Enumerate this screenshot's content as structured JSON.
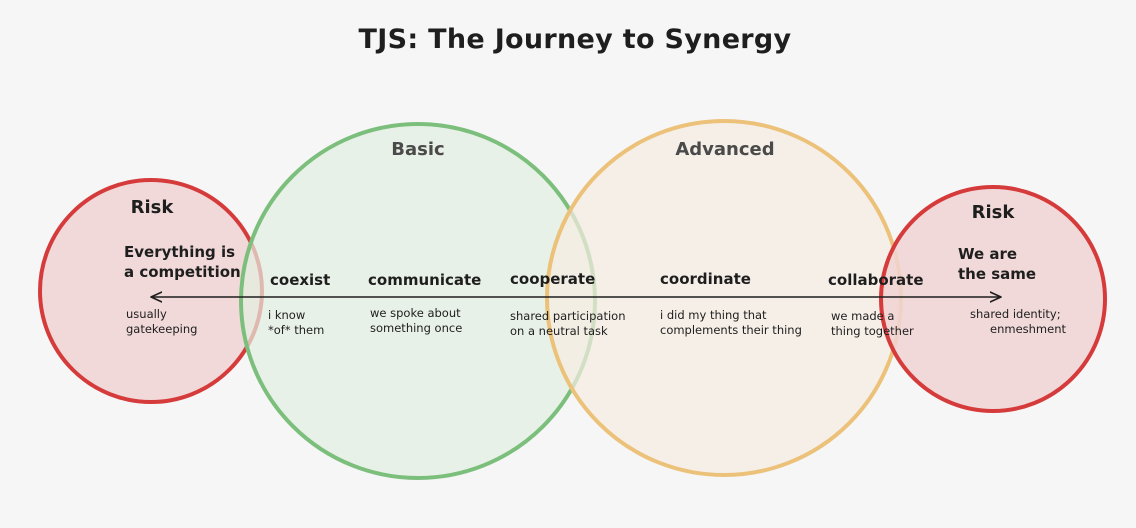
{
  "title": "TJS: The Journey to Synergy",
  "colors": {
    "risk_stroke": "#d63b3b",
    "risk_fill": "#f0d4d4",
    "basic_stroke": "#7cbf7c",
    "basic_fill": "#e3efe1",
    "advanced_stroke": "#ecc27a",
    "advanced_fill": "#f6ede3",
    "ink": "#1e1e1e"
  },
  "groups": {
    "left_risk": {
      "label": "Risk",
      "heading_line1": "Everything is",
      "heading_line2": "a competition",
      "note_line1": "usually",
      "note_line2": "gatekeeping"
    },
    "basic": {
      "label": "Basic"
    },
    "advanced": {
      "label": "Advanced"
    },
    "right_risk": {
      "label": "Risk",
      "heading_line1": "We are",
      "heading_line2": "the same",
      "note_line1": "shared identity;",
      "note_line2": "enmeshment"
    }
  },
  "stages": [
    {
      "word": "coexist",
      "note_line1": "i know",
      "note_line2": "*of* them"
    },
    {
      "word": "communicate",
      "note_line1": "we spoke about",
      "note_line2": "something once"
    },
    {
      "word": "cooperate",
      "note_line1": "shared participation",
      "note_line2": "on a neutral task"
    },
    {
      "word": "coordinate",
      "note_line1": "i did my thing that",
      "note_line2": "complements their thing"
    },
    {
      "word": "collaborate",
      "note_line1": "we made a",
      "note_line2": "thing together"
    }
  ],
  "arrow": {
    "direction": "bidirectional"
  }
}
